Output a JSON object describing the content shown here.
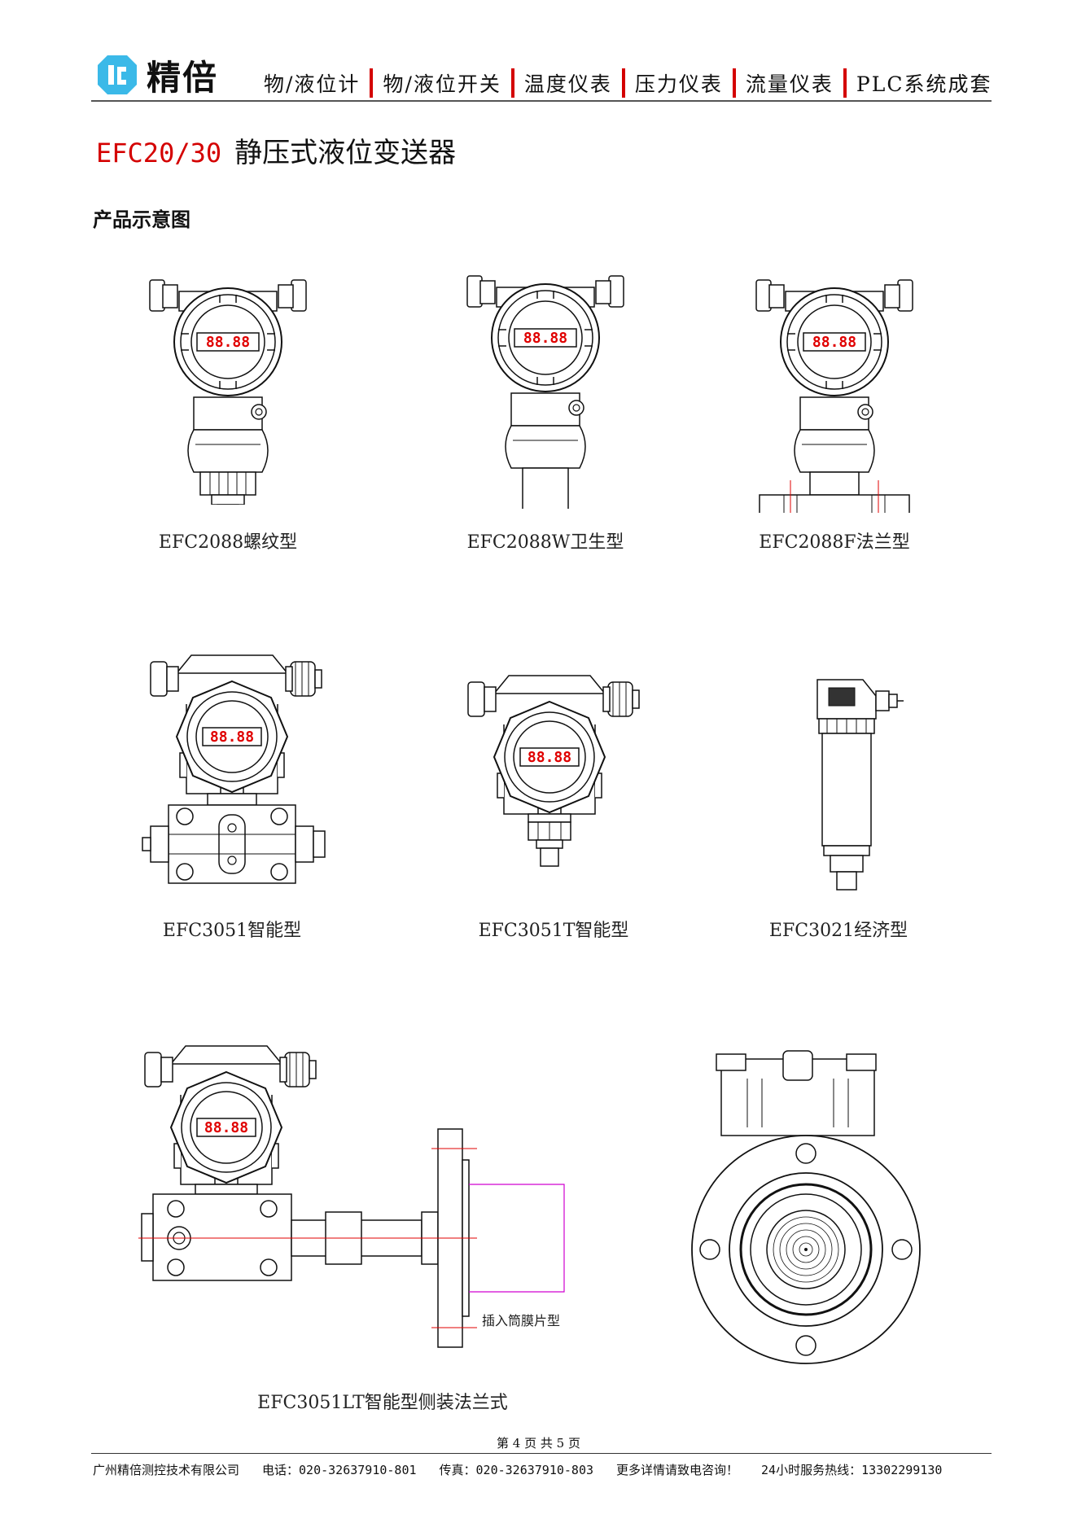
{
  "header": {
    "brand": "精倍",
    "logo_icon": "jingbei-logo-icon",
    "nav": [
      "物/液位计",
      "物/液位开关",
      "温度仪表",
      "压力仪表",
      "流量仪表",
      "PLC系统成套"
    ]
  },
  "title": {
    "code": "EFC20/30",
    "text": "静压式液位变送器"
  },
  "section": "产品示意图",
  "display_reading": "88.88",
  "products": [
    {
      "caption": "EFC2088螺纹型"
    },
    {
      "caption": "EFC2088W卫生型"
    },
    {
      "caption": "EFC2088F法兰型"
    },
    {
      "caption": "EFC3051智能型"
    },
    {
      "caption": "EFC3051T智能型"
    },
    {
      "caption": "EFC3021经济型"
    },
    {
      "caption": "EFC3051LT智能型侧装法兰式"
    }
  ],
  "insert_note": "插入筒膜片型",
  "footer": {
    "page": "第 4 页 共 5 页",
    "company": "广州精倍测控技术有限公司",
    "phone": "电话：020-32637910-801",
    "fax": "传真：020-32637910-803",
    "slogan": "更多详情请致电咨询！",
    "hotline": "24小时服务热线：13302299130"
  },
  "colors": {
    "accent": "#d40000",
    "logo": "#3bb9e8",
    "rule": "#555555"
  }
}
